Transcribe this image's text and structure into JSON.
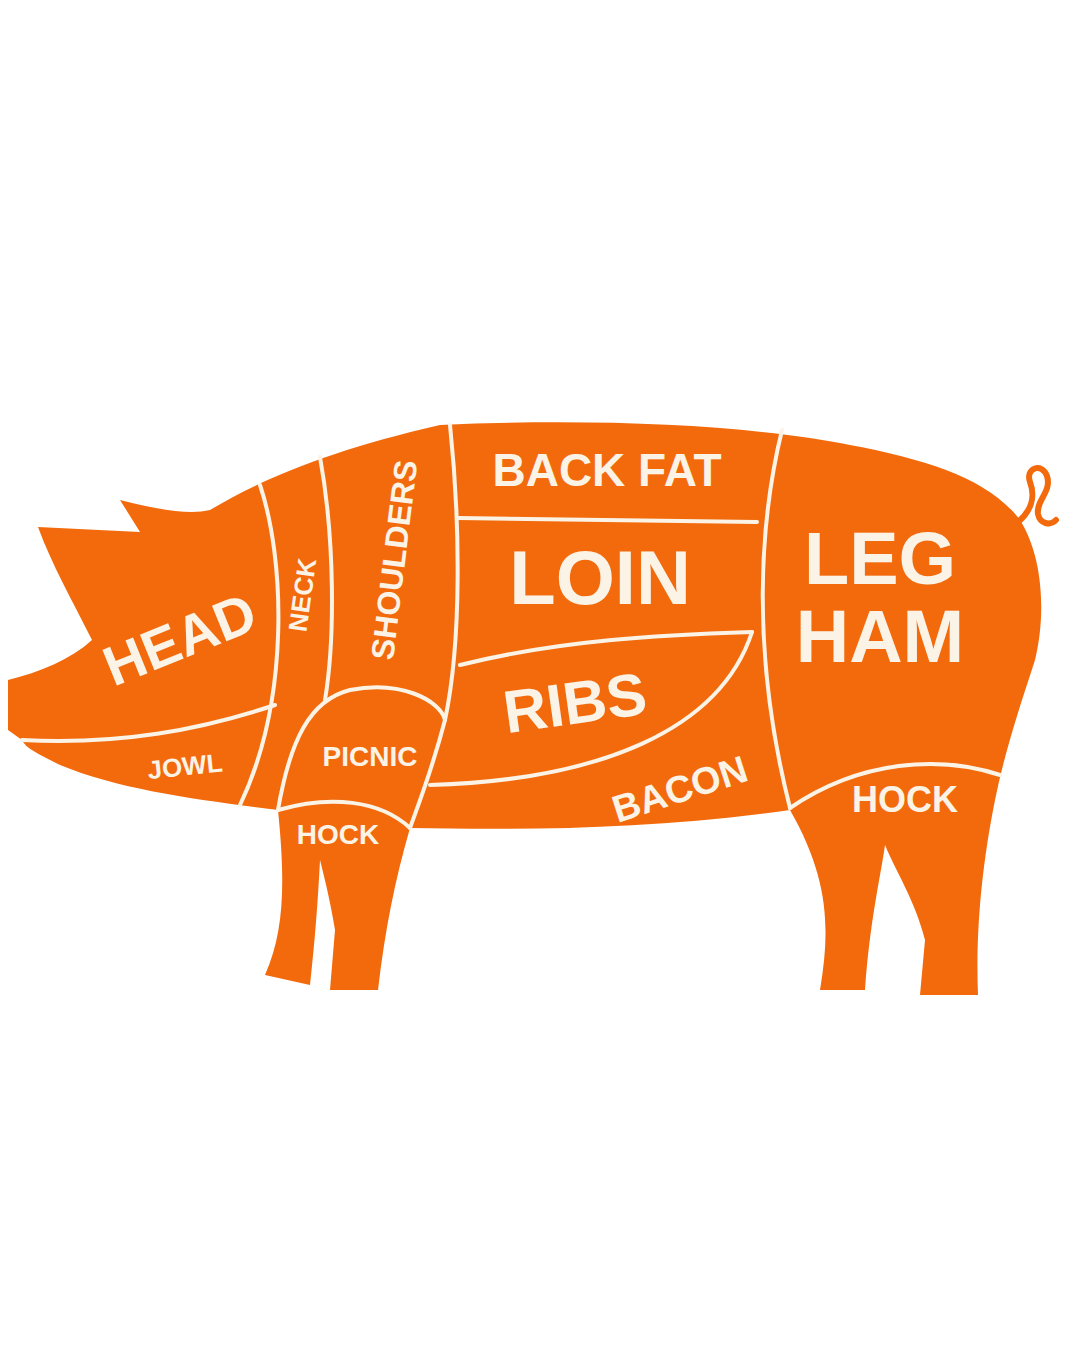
{
  "diagram": {
    "labels": [
      "HEAD",
      "NECK",
      "SHOULDERS",
      "BACK FAT",
      "LOIN",
      "RIBS",
      "LEG HAM",
      "JOWL",
      "PICNIC",
      "HOCK",
      "BACON",
      "HOCK"
    ]
  }
}
